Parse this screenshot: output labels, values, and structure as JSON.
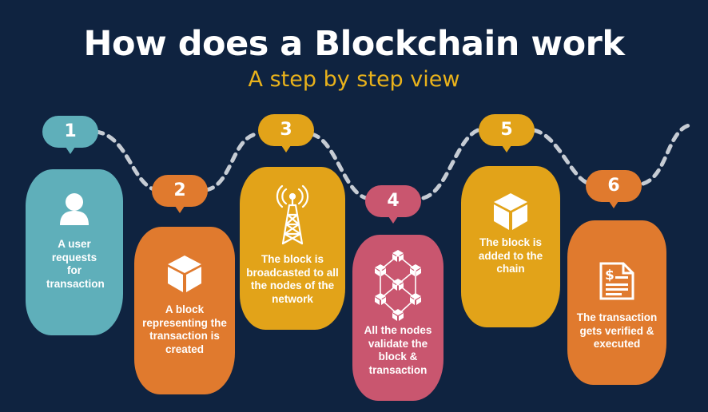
{
  "header": {
    "title": "How does a Blockchain work",
    "subtitle": "A step by step view"
  },
  "colors": {
    "background": "#0f2340",
    "teal": "#5fafba",
    "orange": "#e07a2e",
    "gold": "#e2a319",
    "pink": "#c9566f",
    "dash": "#c6ccd4",
    "accent_text": "#e9b21b"
  },
  "steps": [
    {
      "number": "1",
      "text": "A user requests for transaction",
      "icon": "user-icon",
      "color": "#5fafba"
    },
    {
      "number": "2",
      "text": "A block representing the transaction is created",
      "icon": "cube-icon",
      "color": "#e07a2e"
    },
    {
      "number": "3",
      "text": "The block is broadcasted to all the nodes of the network",
      "icon": "antenna-tower-icon",
      "color": "#e2a319"
    },
    {
      "number": "4",
      "text": "All the nodes validate the block & transaction",
      "icon": "node-network-icon",
      "color": "#c9566f"
    },
    {
      "number": "5",
      "text": "The block is added to the chain",
      "icon": "cube-icon",
      "color": "#e2a319"
    },
    {
      "number": "6",
      "text": "The transaction gets verified & executed",
      "icon": "invoice-dollar-icon",
      "color": "#e07a2e"
    }
  ]
}
